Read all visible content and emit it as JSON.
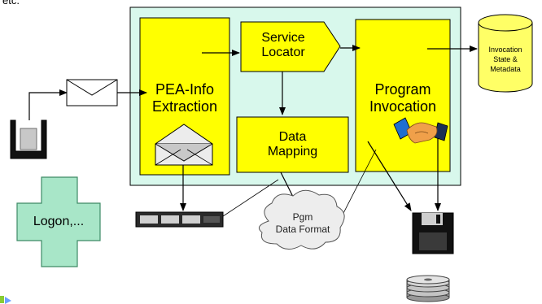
{
  "top_text": "etc.",
  "boxes": {
    "pea_info_extraction": "PEA-Info\nExtraction",
    "service_locator": "Service\nLocator",
    "data_mapping": "Data\nMapping",
    "program_invocation": "Program\nInvocation"
  },
  "database": {
    "label": "Invocation\nState &\nMetadata"
  },
  "cloud": {
    "label": "Pgm\nData Format"
  },
  "logon": {
    "label": "Logon,..."
  },
  "colors": {
    "container_fill": "#d8f8ec",
    "box_fill": "#ffff00",
    "logon_fill": "#a8e6c8",
    "database_fill": "#ffff66"
  },
  "icons": [
    "mail-envelope-icon",
    "mail-tray-icon",
    "open-envelope-icon",
    "handshake-icon",
    "database-cylinder-icon",
    "floppy-disk-icon",
    "disk-stack-icon",
    "disk-drive-icon",
    "cloud-icon",
    "cross-shape-icon"
  ]
}
